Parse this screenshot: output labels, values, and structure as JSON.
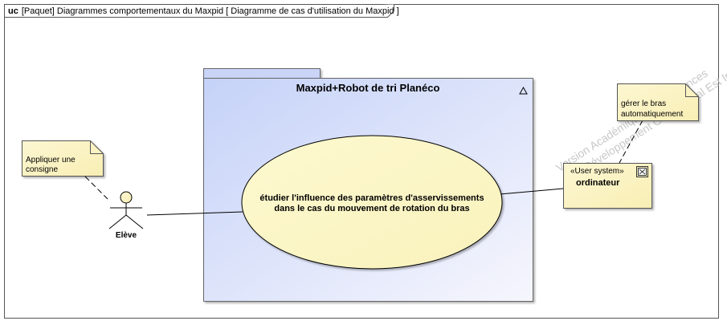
{
  "frame": {
    "kind": "uc",
    "label": "[Paquet] Diagrammes comportementaux du Maxpid [ Diagramme de cas d'utilisation du Maxpid ]"
  },
  "package": {
    "title": "Maxpid+Robot de tri Planéco"
  },
  "use_case": {
    "line1": "étudier l'influence des paramètres d'asservissements",
    "line2": "dans le cas du mouvement de rotation du bras"
  },
  "actor": {
    "name": "Elève"
  },
  "notes": {
    "student": {
      "line1": "Appliquer une",
      "line2": "consigne"
    },
    "system": {
      "line1": "gérer le bras",
      "line2": "automatiquement"
    }
  },
  "system": {
    "stereotype": "«User system»",
    "name": "ordinateur",
    "icon": "component-icon"
  },
  "watermark": {
    "line1": "Version Académique Pour Sciences",
    "line2": "Le Développement Commercial Est Interdit"
  },
  "colors": {
    "package_gradient_start": "#c8d4f8",
    "package_gradient_end": "#f4f4fc",
    "use_case_fill": "#fbf7c8",
    "note_fill": "#fcf5cc"
  }
}
